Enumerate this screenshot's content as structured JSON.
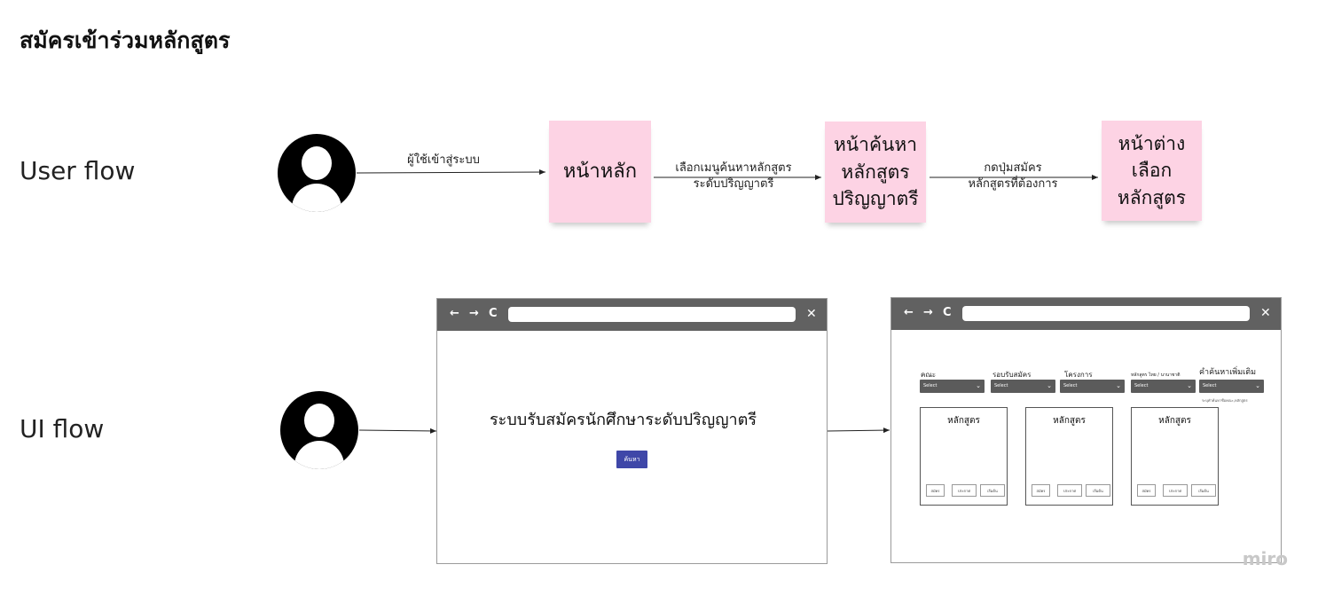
{
  "board": {
    "title": "สมัครเข้าร่วมหลักสูตร",
    "watermark": "miro"
  },
  "rows": {
    "user_flow": "User flow",
    "ui_flow": "UI flow"
  },
  "user_flow": {
    "steps": [
      {
        "label": "หน้าหลัก"
      },
      {
        "label": "หน้าค้นหา\nหลักสูตร\nปริญญาตรี"
      },
      {
        "label": "หน้าต่าง\nเลือก\nหลักสูตร"
      }
    ],
    "edges": [
      {
        "label": "ผู้ใช้เข้าสู่ระบบ"
      },
      {
        "label": "เลือกเมนูค้นหาหลักสูตร\nระดับปริญญาตรี"
      },
      {
        "label": "กดปุ่มสมัคร\nหลักสูตรที่ต้องการ"
      }
    ]
  },
  "browser": {
    "back_icon": "←",
    "forward_icon": "→",
    "reload_icon": "C",
    "close_icon": "✕"
  },
  "home_page": {
    "title": "ระบบรับสมัครนักศึกษาระดับปริญญาตรี",
    "button": "ค้นหา"
  },
  "search_page": {
    "filters": [
      {
        "label": "คณะ",
        "value": "Select"
      },
      {
        "label": "รอบรับสมัคร",
        "value": "Select"
      },
      {
        "label": "โครงการ",
        "value": "Select"
      },
      {
        "label": "หลักสูตร ไทย / นานาชาติ",
        "value": "Select"
      },
      {
        "label": "คำค้นหาเพิ่มเติม",
        "value": "Select"
      }
    ],
    "hint": "ระบุคำค้นหาชื่อคณะ,หลักสูตร",
    "cards": [
      {
        "title": "หลักสูตร",
        "buttons": [
          "สมัคร",
          "ประกาศ",
          "เริ่มต้น"
        ]
      },
      {
        "title": "หลักสูตร",
        "buttons": [
          "สมัคร",
          "ประกาศ",
          "เริ่มต้น"
        ]
      },
      {
        "title": "หลักสูตร",
        "buttons": [
          "สมัคร",
          "ประกาศ",
          "เริ่มต้น"
        ]
      }
    ]
  }
}
